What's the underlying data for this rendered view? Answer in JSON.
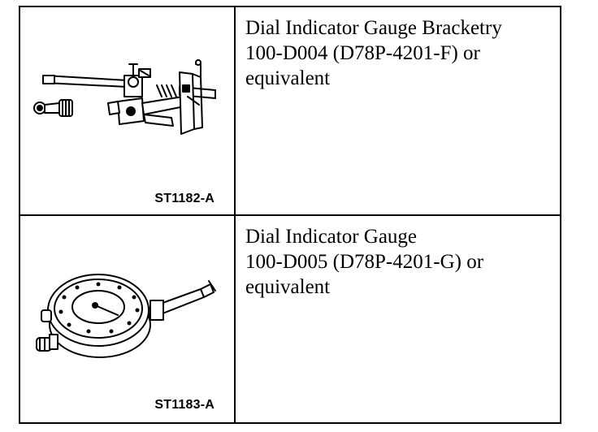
{
  "tools": [
    {
      "illustration": "dial-indicator-bracket",
      "caption": "ST1182-A",
      "description_lines": [
        "Dial Indicator Gauge Bracketry",
        "100-D004 (D78P-4201-F) or",
        "equivalent"
      ]
    },
    {
      "illustration": "dial-indicator-gauge",
      "caption": "ST1183-A",
      "description_lines": [
        "Dial Indicator Gauge",
        "100-D005 (D78P-4201-G) or",
        "equivalent"
      ]
    }
  ]
}
